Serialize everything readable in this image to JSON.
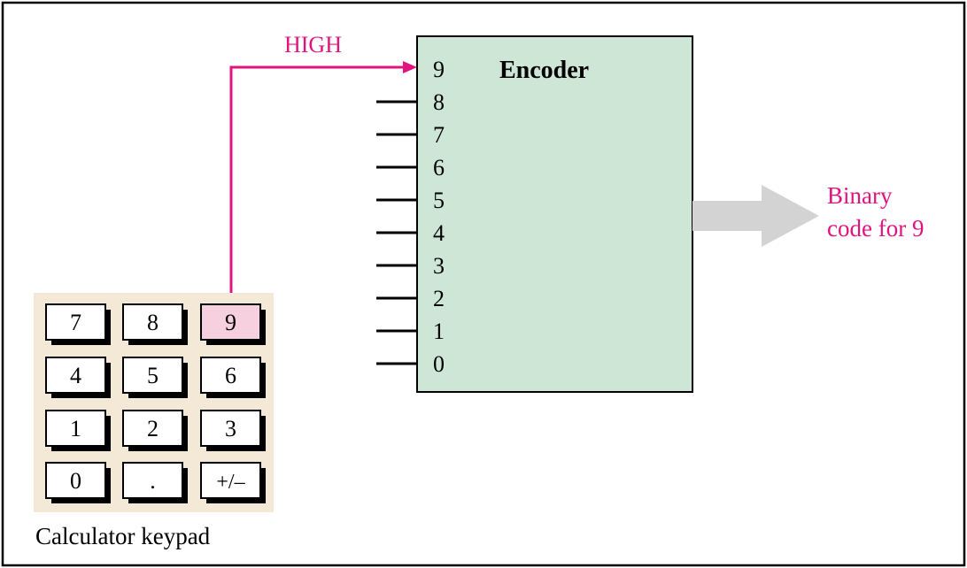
{
  "figure": {
    "encoder": {
      "title": "Encoder",
      "inputs": [
        "9",
        "8",
        "7",
        "6",
        "5",
        "4",
        "3",
        "2",
        "1",
        "0"
      ]
    },
    "high_label": "HIGH",
    "output_label": [
      "Binary",
      "code for 9"
    ],
    "keypad": {
      "caption": "Calculator keypad",
      "rows": [
        [
          "7",
          "8",
          "9"
        ],
        [
          "4",
          "5",
          "6"
        ],
        [
          "1",
          "2",
          "3"
        ],
        [
          "0",
          ".",
          "+/–"
        ]
      ],
      "pressed_key": "9"
    }
  },
  "colors": {
    "frame": "#000000",
    "encoder_fill": "#cde6d6",
    "keypad_bg": "#f4e9d6",
    "key_fill": "#ffffff",
    "pressed_key_fill": "#f7d0e0",
    "signal": "#e0147f",
    "output_arrow": "#d3d3d3"
  }
}
